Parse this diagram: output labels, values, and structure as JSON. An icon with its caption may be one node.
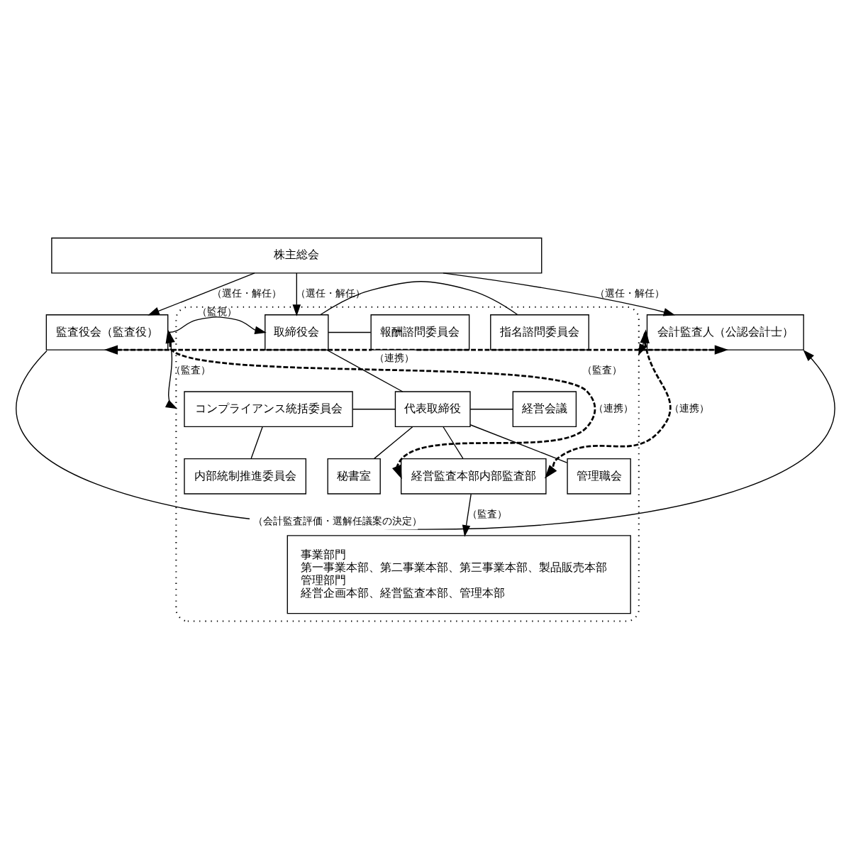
{
  "diagram": {
    "nodes": [
      {
        "text": [
          "株主総会"
        ]
      },
      {
        "text": [
          "監査役会（監査役）"
        ]
      },
      {
        "text": [
          "会計監査人（公認会計士）"
        ]
      },
      {
        "text": [],
        "shape": "box"
      },
      {
        "text": [
          "取締役会"
        ],
        "in": 3
      },
      {
        "text": [
          "指名諮問委員会"
        ],
        "in": 3
      },
      {
        "text": [
          "報酬諮問委員会"
        ],
        "in": 3
      },
      {
        "text": [
          "コンプライアンス統括委員会"
        ],
        "in": 3
      },
      {
        "text": [
          "代表取締役"
        ],
        "in": 3
      },
      {
        "text": [
          "経営会議"
        ],
        "in": 3
      },
      {
        "text": [
          "内部統制推進委員会"
        ],
        "in": 3
      },
      {
        "text": [
          "秘書室"
        ],
        "in": 3
      },
      {
        "text": [
          "経営監査本部内部監査部"
        ],
        "in": 3
      },
      {
        "text": [
          "管理職会"
        ],
        "in": 3
      },
      {
        "text": [
          "事業部門",
          "第一事業本部、第二事業本部、第三事業本部、製品販売本部",
          "管理部門",
          "経営企画本部、経営監査本部、管理本部"
        ],
        "in": 3
      }
    ],
    "edges": [
      {
        "from": 0,
        "to": 1,
        "arrow": "to",
        "label": "（選任・解任）"
      },
      {
        "from": 0,
        "to": 4,
        "arrow": "to",
        "label": "（選任・解任）"
      },
      {
        "from": 0,
        "to": 2,
        "arrow": "to",
        "label": "（選任・解任）"
      },
      {
        "from": 1,
        "to": 4,
        "arrow": "to",
        "label": "（監視）"
      },
      {
        "from": 1,
        "to": 3,
        "arrow": "to",
        "label": "（監査）"
      },
      {
        "from": 2,
        "to": 3,
        "arrow": "to",
        "label": "（監査）"
      },
      {
        "from": 4,
        "to": 5,
        "arrow": "none"
      },
      {
        "from": 4,
        "to": 6,
        "arrow": "none"
      },
      {
        "from": 4,
        "to": 8,
        "arrow": "none"
      },
      {
        "from": 7,
        "to": 8,
        "arrow": "none"
      },
      {
        "from": 8,
        "to": 9,
        "arrow": "none"
      },
      {
        "from": 7,
        "to": 10,
        "arrow": "none"
      },
      {
        "from": 8,
        "to": 11,
        "arrow": "none"
      },
      {
        "from": 8,
        "to": 12,
        "arrow": "none"
      },
      {
        "from": 8,
        "to": 13,
        "arrow": "none"
      },
      {
        "from": 1,
        "to": 12,
        "arrow": "both",
        "label": "（連携）",
        "style": "dashed"
      },
      {
        "from": 2,
        "to": 12,
        "arrow": "both",
        "label": "（連携）",
        "style": "dashed"
      },
      {
        "from": 12,
        "to": 14,
        "arrow": "to",
        "label": "（監査）"
      },
      {
        "from": 1,
        "to": 2,
        "arrow": "both",
        "label": "（連携）",
        "style": "dashed"
      },
      {
        "from": 1,
        "to": 2,
        "arrow": "to",
        "label": "（会計監査評価・選解任議案の決定）"
      }
    ]
  }
}
